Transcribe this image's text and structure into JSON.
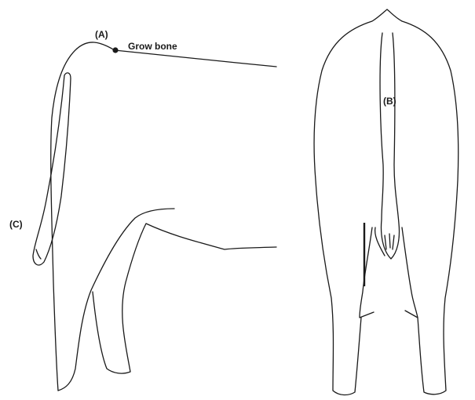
{
  "labels": {
    "a": "(A)",
    "grow_bone": "Grow bone",
    "b": "(B)",
    "c": "(C)"
  }
}
